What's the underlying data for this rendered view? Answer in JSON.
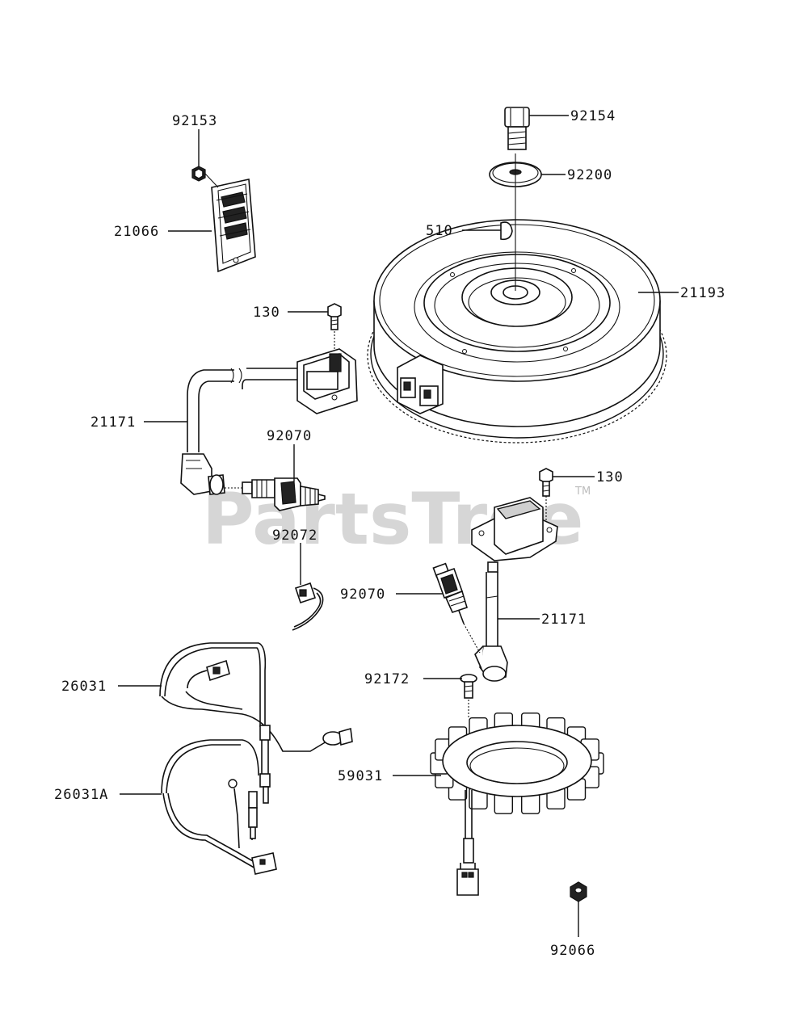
{
  "watermark": {
    "text": "PartsTree",
    "trademark": "TM"
  },
  "parts": [
    {
      "id": "p-92154",
      "number": "92154"
    },
    {
      "id": "p-92200",
      "number": "92200"
    },
    {
      "id": "p-510",
      "number": "510"
    },
    {
      "id": "p-21193",
      "number": "21193"
    },
    {
      "id": "p-92153",
      "number": "92153"
    },
    {
      "id": "p-21066",
      "number": "21066"
    },
    {
      "id": "p-130-a",
      "number": "130"
    },
    {
      "id": "p-21171-a",
      "number": "21171"
    },
    {
      "id": "p-92070-a",
      "number": "92070"
    },
    {
      "id": "p-92072",
      "number": "92072"
    },
    {
      "id": "p-130-b",
      "number": "130"
    },
    {
      "id": "p-92070-b",
      "number": "92070"
    },
    {
      "id": "p-21171-b",
      "number": "21171"
    },
    {
      "id": "p-26031",
      "number": "26031"
    },
    {
      "id": "p-92172",
      "number": "92172"
    },
    {
      "id": "p-26031A",
      "number": "26031A"
    },
    {
      "id": "p-59031",
      "number": "59031"
    },
    {
      "id": "p-92066",
      "number": "92066"
    }
  ]
}
